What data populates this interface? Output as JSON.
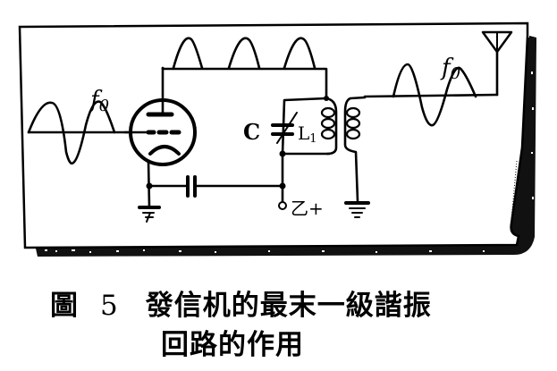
{
  "figure": {
    "number_label": "圖",
    "number": "5",
    "caption_line1": "發信机的最末一級諧振",
    "caption_line2": "回路的作用"
  },
  "diagram": {
    "labels": {
      "input_frequency": "f",
      "input_frequency_sub": "0",
      "output_frequency": "f",
      "output_frequency_sub": "0",
      "capacitor": "C",
      "inductor": "L",
      "inductor_sub": "1",
      "supply": "乙+"
    },
    "components": [
      "input-sine-wave",
      "vacuum-tube-triode",
      "anode-current-pulses",
      "tank-capacitor-variable",
      "tank-inductor-L1",
      "coupling-secondary-coil",
      "bypass-capacitor",
      "ground-symbols",
      "output-sine-wave",
      "antenna"
    ],
    "colors": {
      "ink": "#000000",
      "paper": "#ffffff"
    }
  }
}
